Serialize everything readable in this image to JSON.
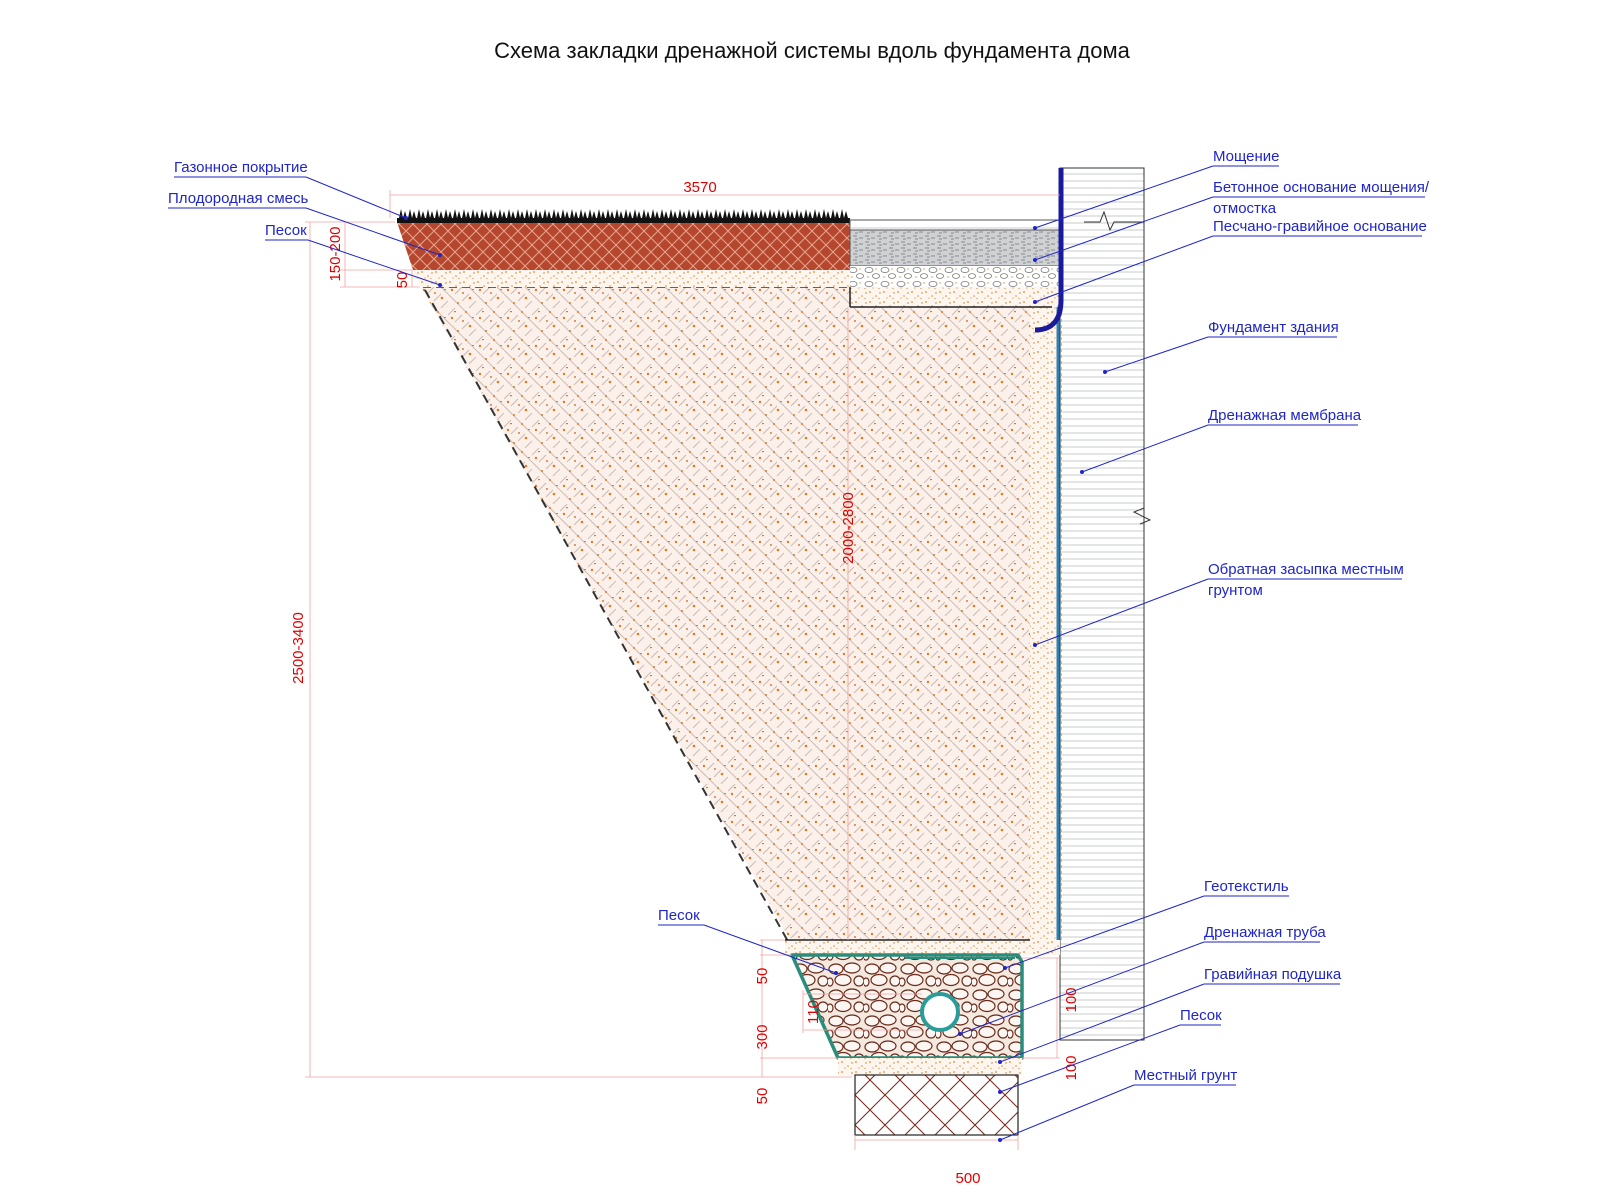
{
  "title": "Схема закладки дренажной системы вдоль фундамента дома",
  "callouts": {
    "lawn": "Газонное покрытие",
    "fertile_mix": "Плодородная смесь",
    "sand_top": "Песок",
    "paving": "Мощение",
    "concrete_base_1": "Бетонное основание мощения/",
    "concrete_base_2": "отмостка",
    "sand_gravel_base": "Песчано-гравийное основание",
    "foundation": "Фундамент здания",
    "membrane": "Дренажная мембрана",
    "backfill_1": "Обратная засыпка местным",
    "backfill_2": "грунтом",
    "geotextile": "Геотекстиль",
    "sand_bottom_left": "Песок",
    "drain_pipe": "Дренажная труба",
    "gravel_cushion": "Гравийная подушка",
    "sand_bottom_right": "Песок",
    "native_soil": "Местный грунт"
  },
  "dimensions": {
    "top_width": "3570",
    "fertile_layer": "150-200",
    "sand_top": "50",
    "total_depth": "2500-3400",
    "backfill_depth": "2000-2800",
    "sand_above_gravel": "50",
    "gravel_depth": "300",
    "pipe_diameter": "110",
    "sand_below_gravel": "50",
    "side_gap_top": "100",
    "side_gap_bottom": "100",
    "bottom_width": "500"
  },
  "colors": {
    "callout_text": "#1f25c8",
    "dimension_text": "#e00000",
    "pipe_fill": "#2a9d9a",
    "fertile_mix": "#b5472f",
    "backfill_fleck": "#e07a1f",
    "downpipe": "#1a1a9a"
  }
}
